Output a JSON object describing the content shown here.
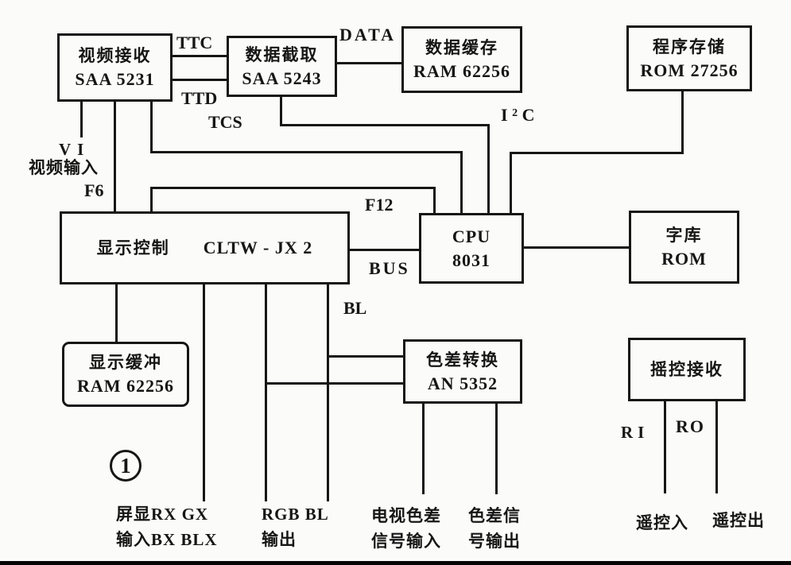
{
  "figure": {
    "number": "1"
  },
  "boxes": {
    "video_receive": {
      "title": "视频接收",
      "chip": "SAA 5231"
    },
    "data_capture": {
      "title": "数据截取",
      "chip": "SAA 5243"
    },
    "data_buffer": {
      "title": "数据缓存",
      "chip": "RAM 62256"
    },
    "program_store": {
      "title": "程序存储",
      "chip": "ROM 27256"
    },
    "display_control": {
      "title": "显示控制",
      "chip": "CLTW - JX 2"
    },
    "cpu": {
      "title": "CPU",
      "chip": "8031"
    },
    "font_rom": {
      "title": "字库",
      "chip": "ROM"
    },
    "display_buffer": {
      "title": "显示缓冲",
      "chip": "RAM 62256"
    },
    "color_convert": {
      "title": "色差转换",
      "chip": "AN 5352"
    },
    "remote_receive": {
      "title": "摇控接收"
    }
  },
  "wire_labels": {
    "ttc": "TTC",
    "ttd": "TTD",
    "tcs": "TCS",
    "data": "DATA",
    "i2c": {
      "base": "I",
      "sup": "2",
      "tail": "C"
    },
    "vi": "VI",
    "video_input": "视频输入",
    "f6": "F6",
    "f12": "F12",
    "bus": "BUS",
    "bl": "BL",
    "ri": "RI",
    "ro": "RO"
  },
  "ports": {
    "osd": {
      "line1": "屏显RX GX",
      "line2": "输入BX BLX"
    },
    "rgb": {
      "line1": "RGB BL",
      "line2": "输出"
    },
    "tv_color_in": {
      "line1": "电视色差",
      "line2": "信号输入"
    },
    "color_out": {
      "line1": "色差信",
      "line2": "号输出"
    },
    "remote_in": {
      "label": "遥控入"
    },
    "remote_out": {
      "label": "遥控出"
    }
  },
  "colors": {
    "ink": "#161616",
    "paper": "#fbfbf9"
  }
}
